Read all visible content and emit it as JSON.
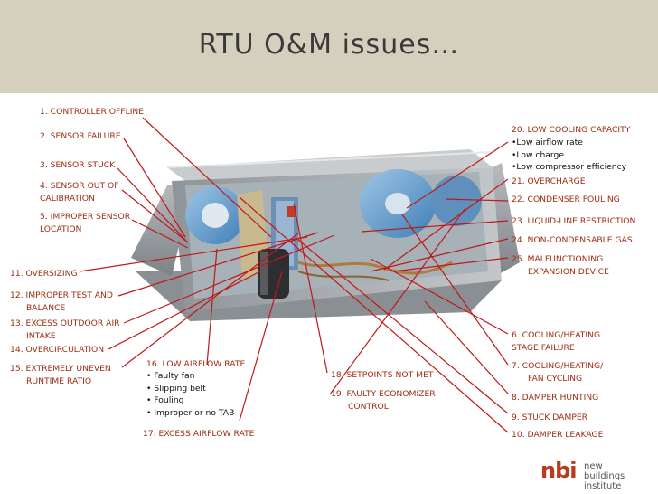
{
  "title": "RTU O&M issues…",
  "left_labels": {
    "l1": "1. CONTROLLER OFFLINE",
    "l2": "2. SENSOR FAILURE",
    "l3": "3. SENSOR STUCK",
    "l4a": "4.  SENSOR OUT OF",
    "l4b": "CALIBRATION",
    "l5a": "5.  IMPROPER SENSOR",
    "l5b": "LOCATION",
    "l11": "11. OVERSIZING",
    "l12a": "12. IMPROPER TEST AND",
    "l12b": "BALANCE",
    "l13a": "13. EXCESS OUTDOOR AIR",
    "l13b": "INTAKE",
    "l14": "14. OVERCIRCULATION",
    "l15a": "15. EXTREMELY UNEVEN",
    "l15b": "RUNTIME RATIO"
  },
  "middle_labels": {
    "l16": "16. LOW AIRFLOW RATE",
    "l16_items": [
      "• Faulty fan",
      "• Slipping belt",
      "• Fouling",
      "• Improper or no TAB"
    ],
    "l17": "17. EXCESS AIRFLOW RATE",
    "l18": "18. SETPOINTS NOT MET",
    "l19a": "19. FAULTY ECONOMIZER",
    "l19b": "CONTROL"
  },
  "right_labels": {
    "l20": "20. LOW COOLING CAPACITY",
    "l20_items": [
      "•Low airflow rate",
      "•Low charge",
      "•Low compressor efficiency"
    ],
    "l21": "21. OVERCHARGE",
    "l22": "22. CONDENSER FOULING",
    "l23": "23. LIQUID-LINE RESTRICTION",
    "l24": "24. NON-CONDENSABLE GAS",
    "l25a": "25. MALFUNCTIONING",
    "l25b": "EXPANSION DEVICE",
    "l6a": "6.  COOLING/HEATING",
    "l6b": "STAGE FAILURE",
    "l7a": "7.  COOLING/HEATING/",
    "l7b": "FAN CYCLING",
    "l8": "8. DAMPER HUNTING",
    "l9": "9. STUCK DAMPER",
    "l10": "10. DAMPER LEAKAGE"
  },
  "logo": {
    "mark": "nbi",
    "line1": "new buildings",
    "line2": "institute"
  },
  "colors": {
    "header": "#d5cfbd",
    "label": "#9b2c10",
    "leader_line": "#c01818",
    "logo": "#ba3a1f"
  },
  "icons": [
    "rtu-unit-illustration",
    "nbi-logo"
  ]
}
